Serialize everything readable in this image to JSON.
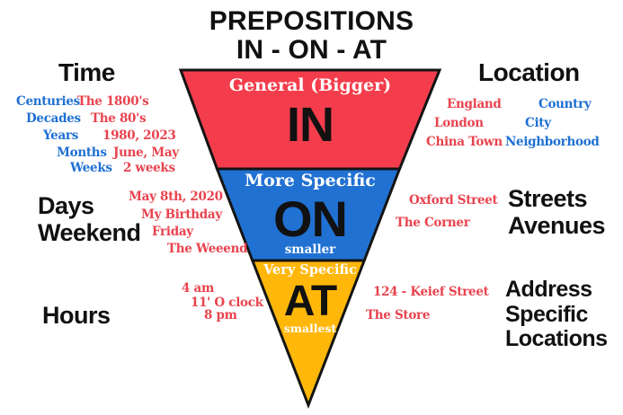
{
  "colors": {
    "funnel_red": "#F43D4C",
    "funnel_blue": "#2171D2",
    "funnel_yellow": "#FFB70A",
    "text_red": "#E8434E",
    "text_blue": "#1E6FD2",
    "ink": "#111111"
  },
  "title": {
    "line1": "PREPOSITIONS",
    "line2": "IN - ON - AT"
  },
  "funnel": {
    "sections": [
      {
        "name": "in",
        "label": "General (Bigger)",
        "word": "IN",
        "note": "",
        "color": "#F43D4C"
      },
      {
        "name": "on",
        "label": "More Specific",
        "word": "ON",
        "note": "smaller",
        "color": "#2171D2"
      },
      {
        "name": "at",
        "label": "Very Specific",
        "word": "AT",
        "note": "smallest",
        "color": "#FFB70A"
      }
    ]
  },
  "left": {
    "time": {
      "heading": "Time",
      "rows": [
        {
          "category": "Centuries",
          "example": "The 1800's"
        },
        {
          "category": "Decades",
          "example": "The 80's"
        },
        {
          "category": "Years",
          "example": "1980, 2023"
        },
        {
          "category": "Months",
          "example": "June, May"
        },
        {
          "category": "Weeks",
          "example": "2 weeks"
        }
      ]
    },
    "days": {
      "heading_line1": "Days",
      "heading_line2": "Weekend",
      "examples": [
        "May 8th, 2020",
        "My Birthday",
        "Friday",
        "The Weeend"
      ]
    },
    "hours": {
      "heading": "Hours",
      "examples": [
        "4 am",
        "11' O clock",
        "8 pm"
      ]
    }
  },
  "right": {
    "location": {
      "heading": "Location",
      "examples": [
        "England",
        "London",
        "China Town"
      ],
      "categories": [
        "Country",
        "City",
        "Neighborhood"
      ]
    },
    "streets": {
      "heading_line1": "Streets",
      "heading_line2": "Avenues",
      "examples": [
        "Oxford Street",
        "The Corner"
      ]
    },
    "address": {
      "heading_line1": "Address",
      "heading_line2": "Specific",
      "heading_line3": "Locations",
      "examples": [
        "124 - Keief Street",
        "The Store"
      ]
    }
  }
}
